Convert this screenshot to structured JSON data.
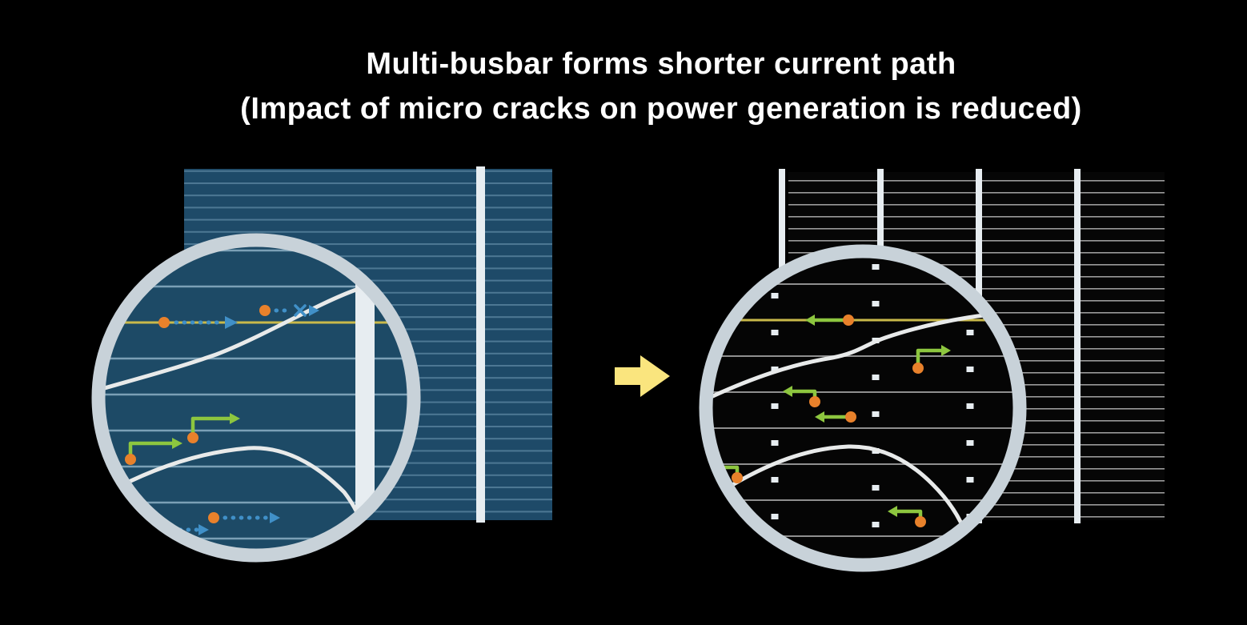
{
  "title": {
    "line1": "Multi-busbar forms shorter current path",
    "line2": "(Impact of micro cracks on power generation is reduced)"
  },
  "colors": {
    "background": "#000000",
    "title_text": "#ffffff",
    "cell_blue": "#1e4a68",
    "finger_blue": "#4d7894",
    "cell_black": "#060606",
    "finger_gray": "#9b9b9b",
    "zoom_blue_bg": "#1d4a66",
    "zoom_finger_blue": "#7ba0b6",
    "zoom_black_bg": "#050505",
    "zoom_finger_gray": "#8f8f8f",
    "busbar_white": "#e7edf1",
    "ring_gray": "#c8d2d9",
    "crack_white": "#e8eaea",
    "yellow_line": "#c9b94a",
    "path_blue": "#4090c8",
    "path_green": "#8dc63f",
    "dot_orange": "#e8812b",
    "arrow_yellow": "#fae57e"
  },
  "icons": {
    "left_magnifier": "zoom-circle",
    "right_magnifier": "zoom-circle",
    "transition_arrow": "block-arrow-right",
    "blocked_cross": "x-mark",
    "current_start": "dot"
  }
}
